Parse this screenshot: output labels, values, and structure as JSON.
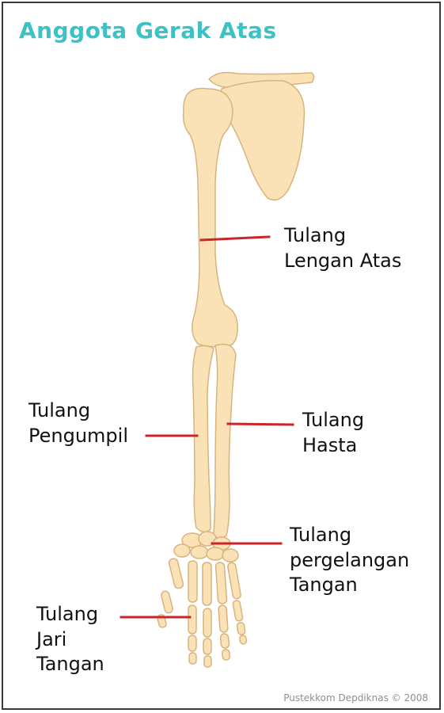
{
  "title": "Anggota Gerak Atas",
  "labels": {
    "humerus": [
      "Tulang",
      "Lengan Atas"
    ],
    "radius": [
      "Tulang",
      "Pengumpil"
    ],
    "ulna": [
      "Tulang",
      "Hasta"
    ],
    "carpals": [
      "Tulang",
      "pergelangan",
      "Tangan"
    ],
    "phalanges": [
      "Tulang",
      "Jari",
      "Tangan"
    ]
  },
  "credit": "Pustekkom Depdiknas © 2008",
  "colors": {
    "title": "#3cc1c4",
    "bone_fill": "#fbe2b6",
    "bone_stroke": "#d7b47d",
    "pointer_line": "#c8262b"
  }
}
